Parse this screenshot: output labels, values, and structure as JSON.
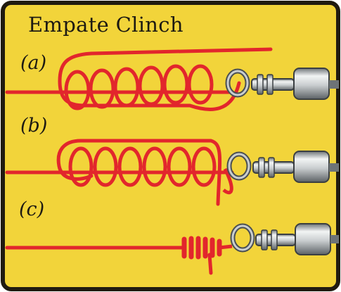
{
  "title": "Empate Clinch",
  "steps": [
    {
      "label": "(a)"
    },
    {
      "label": "(b)"
    },
    {
      "label": "(c)"
    }
  ],
  "colors": {
    "background": "#f2d43a",
    "border": "#1f1a10",
    "line": "#e2262c",
    "line_dark": "#a3161b",
    "swivel": "#b7bcbf",
    "swivel_dark": "#4a4f52"
  }
}
